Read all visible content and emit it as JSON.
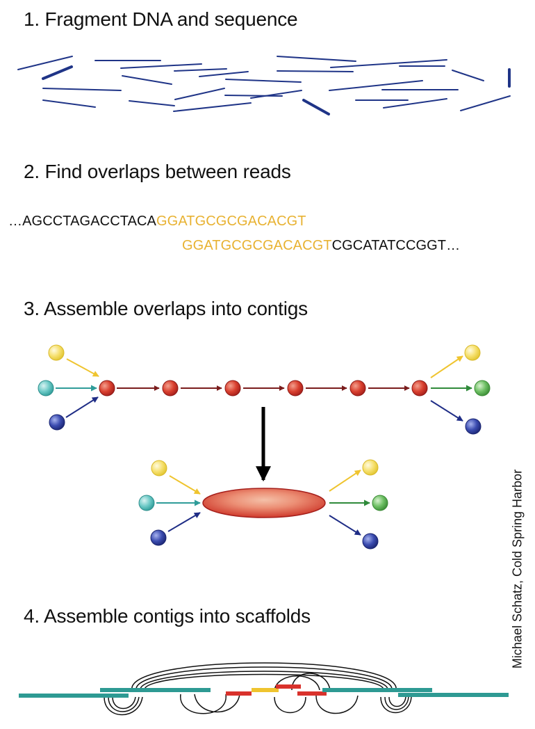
{
  "steps": [
    {
      "title": "1. Fragment DNA and sequence"
    },
    {
      "title": "2. Find overlaps between reads"
    },
    {
      "title": "3. Assemble overlaps into contigs"
    },
    {
      "title": "4. Assemble contigs into scaffolds"
    }
  ],
  "overlap": {
    "read1_prefix": "…AGCCTAGACCTACA",
    "read1_overlap": "GGATGCGCGACACGT",
    "read2_overlap": "GGATGCGCGACACGT",
    "read2_suffix": "CGCATATCCGGT…"
  },
  "credit": "Michael Schatz, Cold Spring Harbor",
  "colors": {
    "read_line": "#1f3487",
    "overlap_text": "#e8b232",
    "node_red": "#c9302c",
    "node_yellow": "#f2d94a",
    "node_teal": "#4fb9b6",
    "node_blue": "#2b3b95",
    "node_green": "#4fa84b",
    "edge_dark_red": "#7a1c1c",
    "scaffold_teal": "#2e9a93",
    "scaffold_red": "#d9322c",
    "scaffold_yellow": "#efc42f"
  }
}
